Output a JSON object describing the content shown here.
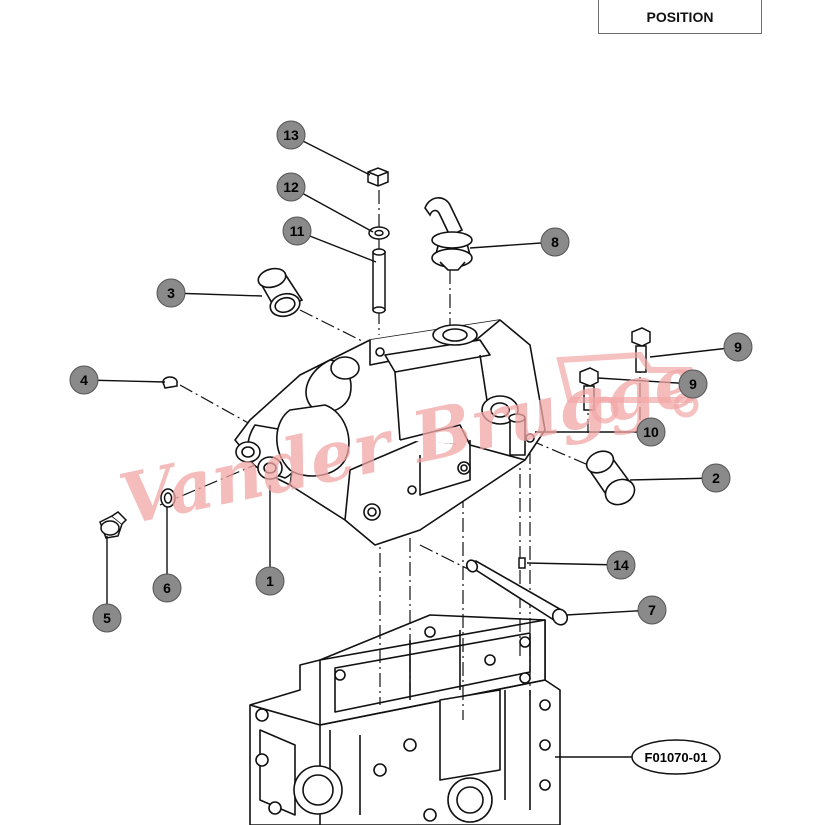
{
  "header": {
    "position_label": "POSITION"
  },
  "figure_code": "F01070-01",
  "watermark": {
    "text": "Vander Brugge",
    "color": "#f2a6a6"
  },
  "callouts": [
    {
      "id": "callout-1",
      "label": "1"
    },
    {
      "id": "callout-2",
      "label": "2"
    },
    {
      "id": "callout-3",
      "label": "3"
    },
    {
      "id": "callout-4",
      "label": "4"
    },
    {
      "id": "callout-5",
      "label": "5"
    },
    {
      "id": "callout-6",
      "label": "6"
    },
    {
      "id": "callout-7",
      "label": "7"
    },
    {
      "id": "callout-8",
      "label": "8"
    },
    {
      "id": "callout-9a",
      "label": "9"
    },
    {
      "id": "callout-9b",
      "label": "9"
    },
    {
      "id": "callout-10",
      "label": "10"
    },
    {
      "id": "callout-11",
      "label": "11"
    },
    {
      "id": "callout-12",
      "label": "12"
    },
    {
      "id": "callout-13",
      "label": "13"
    },
    {
      "id": "callout-14",
      "label": "14"
    }
  ],
  "colors": {
    "callout_fill": "#8a8a8a",
    "line": "#111111",
    "part_fill": "#ffffff"
  }
}
